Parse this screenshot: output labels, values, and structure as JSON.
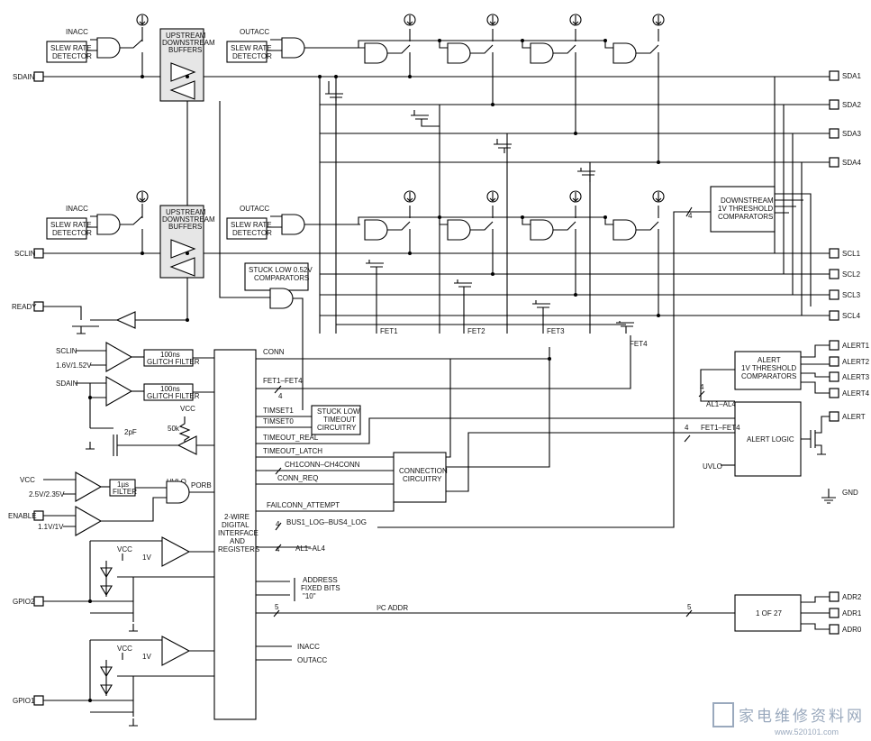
{
  "pins_left": {
    "sdain": "SDAIN",
    "sclin": "SCLIN",
    "ready": "READY",
    "enable": "ENABLE",
    "gpio2": "GPIO2",
    "gpio1": "GPIO1"
  },
  "pins_right": {
    "sda1": "SDA1",
    "sda2": "SDA2",
    "sda3": "SDA3",
    "sda4": "SDA4",
    "scl1": "SCL1",
    "scl2": "SCL2",
    "scl3": "SCL3",
    "scl4": "SCL4",
    "alert1": "ALERT1",
    "alert2": "ALERT2",
    "alert3": "ALERT3",
    "alert4": "ALERT4",
    "alert": "ALERT",
    "gnd": "GND",
    "adr2": "ADR2",
    "adr1": "ADR1",
    "adr0": "ADR0"
  },
  "blocks": {
    "slew_rate": [
      "SLEW RATE",
      "DETECTOR"
    ],
    "buffers": [
      "UPSTREAM",
      "DOWNSTREAM",
      "BUFFERS"
    ],
    "stuck_low_comp": [
      "STUCK LOW 0.52V",
      "COMPARATORS"
    ],
    "downstream_comp": [
      "DOWNSTREAM",
      "1V THRESHOLD",
      "COMPARATORS"
    ],
    "alert_comp": [
      "ALERT",
      "1V THRESHOLD",
      "COMPARATORS"
    ],
    "glitch_filter": [
      "100ns",
      "GLITCH FILTER"
    ],
    "us_filter": [
      "1µs",
      "FILTER"
    ],
    "stuck_timeout": [
      "STUCK LOW",
      "TIMEOUT",
      "CIRCUITRY"
    ],
    "connection": [
      "CONNECTION",
      "CIRCUITRY"
    ],
    "alert_logic": "ALERT LOGIC",
    "interface": [
      "2-WIRE",
      "DIGITAL",
      "INTERFACE",
      "AND",
      "REGISTERS"
    ],
    "decoder": "1 OF 27"
  },
  "signals": {
    "inacc": "INACC",
    "outacc": "OUTACC",
    "conn": "CONN",
    "fet1_fet4": "FET1–FET4",
    "timset1": "TIMSET1",
    "timset0": "TIMSET0",
    "timeout_real": "TIMEOUT_REAL",
    "timeout_latch": "TIMEOUT_LATCH",
    "ch1conn": "CH1CONN–CH4CONN",
    "conn_req": "CONN_REQ",
    "failconn": "FAILCONN_ATTEMPT",
    "bus_log": "BUS1_LOG–BUS4_LOG",
    "al1_al4": "AL1–AL4",
    "address": [
      "ADDRESS",
      "FIXED BITS",
      "\"10\""
    ],
    "i2c_addr": "I²C ADDR",
    "uvlo": "UVLO",
    "porb": "PORB",
    "vcc": "VCC",
    "v_25": "2.5V/2.35V",
    "v_11": "1.1V/1V",
    "v_16": "1.6V/1.52V",
    "one_v": "1V",
    "cap_2pf": "2pF",
    "res_50k": "50k",
    "fet1": "FET1",
    "fet2": "FET2",
    "fet3": "FET3",
    "fet4": "FET4",
    "bus4": "4",
    "bus5": "5"
  },
  "watermark": {
    "main": "家电维修资料网",
    "url": "www.520101.com"
  }
}
